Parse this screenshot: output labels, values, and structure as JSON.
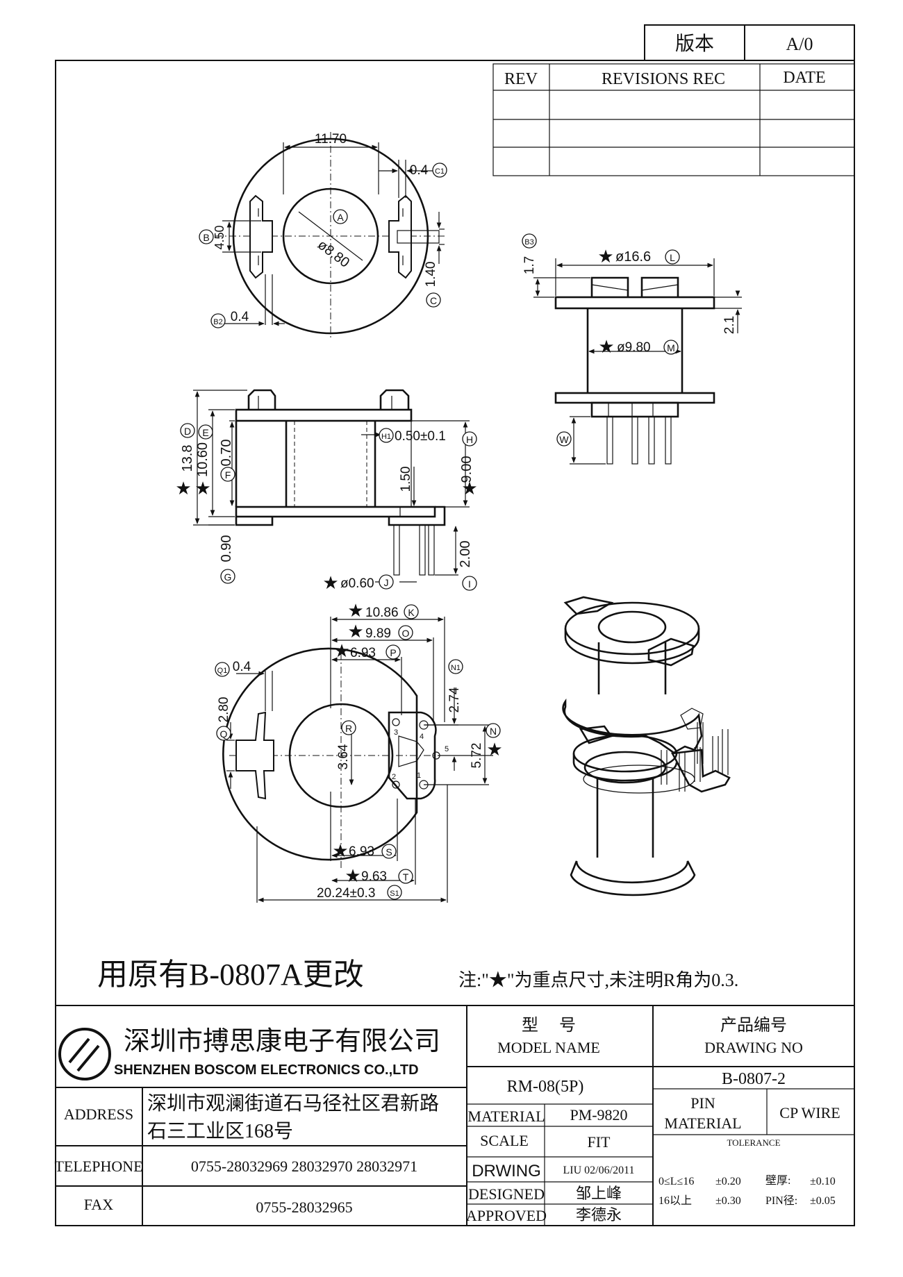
{
  "revision_box": {
    "label": "版本",
    "value": "A/0"
  },
  "revisions_table": {
    "headers": [
      "REV",
      "REVISIONS REC",
      "DATE"
    ]
  },
  "top_view": {
    "dims": {
      "width": "11.70",
      "bore": "ø8.80",
      "bore_tag": "A",
      "slot": "4.50",
      "slot_tag": "B",
      "c1": "0.4",
      "c1_tag": "C1",
      "b2": "0.4",
      "b2_tag": "B2",
      "c": "1.40",
      "c_tag": "C"
    }
  },
  "front_view": {
    "dims": {
      "d": "13.8",
      "d_tag": "D",
      "e": "10.60",
      "e_tag": "E",
      "f": "0.70",
      "f_tag": "F",
      "h1": "0.50±0.1",
      "h1_tag": "H1",
      "h": "9.00",
      "h_tag": "H",
      "mid": "1.50",
      "g": "0.90",
      "g_tag": "G",
      "i": "2.00",
      "i_tag": "I",
      "j": "ø0.60",
      "j_tag": "J"
    }
  },
  "side_view": {
    "dims": {
      "b3": "1.7",
      "b3_tag": "B3",
      "l": "ø16.6",
      "l_tag": "L",
      "m": "ø9.80",
      "m_tag": "M",
      "right": "2.1",
      "w_tag": "W"
    }
  },
  "bottom_view": {
    "dims": {
      "k": "10.86",
      "k_tag": "K",
      "o": "9.89",
      "o_tag": "O",
      "p": "6.93",
      "p_tag": "P",
      "q1": "0.4",
      "q1_tag": "Q1",
      "q": "2.80",
      "q_tag": "Q",
      "r": "3.64",
      "r_tag": "R",
      "n1": "2.74",
      "n1_tag": "N1",
      "n": "5.72",
      "n_tag": "N",
      "s": "6.93",
      "s_tag": "S",
      "t": "9.63",
      "t_tag": "T",
      "s1": "20.24±0.3",
      "s1_tag": "S1"
    },
    "pins": [
      "1",
      "2",
      "3",
      "4",
      "5"
    ]
  },
  "star": "★",
  "remark_left": "用原有B-0807A更改",
  "remark_right": "注:\"★\"为重点尺寸,未注明R角为0.3.",
  "company": {
    "name_cn": "深圳市搏思康电子有限公司",
    "name_en": "SHENZHEN BOSCOM ELECTRONICS CO.,LTD"
  },
  "address": {
    "label": "ADDRESS",
    "line1": "深圳市观澜街道石马径社区君新路",
    "line2": "石三工业区168号"
  },
  "telephone": {
    "label": "TELEPHONE",
    "value": "0755-28032969 28032970 28032971"
  },
  "fax": {
    "label": "FAX",
    "value": "0755-28032965"
  },
  "model": {
    "label_cn": "型     号",
    "label_en": "MODEL NAME",
    "value": "RM-08(5P)"
  },
  "drawing_no": {
    "label_cn": "产品编号",
    "label_en": "DRAWING NO",
    "value": "B-0807-2"
  },
  "material": {
    "label": "MATERIAL",
    "value": "PM-9820"
  },
  "scale": {
    "label": "SCALE",
    "value": "FIT"
  },
  "drwing": {
    "label": "DRWING",
    "value": "LIU 02/06/2011"
  },
  "designed": {
    "label": "DESIGNED",
    "value": "邹上峰"
  },
  "approved": {
    "label": "APPROVED",
    "value": "李德永"
  },
  "pin_material": {
    "label1": "PIN",
    "label2": "MATERIAL",
    "value": "CP WIRE"
  },
  "tolerance": {
    "label": "TOLERANCE",
    "row1_range": "0≤L≤16",
    "row1_val": "±0.20",
    "row1_wall": "壁厚:",
    "row1_wall_val": "±0.10",
    "row2_range": "16以上",
    "row2_val": "±0.30",
    "row2_pin": "PIN径:",
    "row2_pin_val": "±0.05"
  }
}
